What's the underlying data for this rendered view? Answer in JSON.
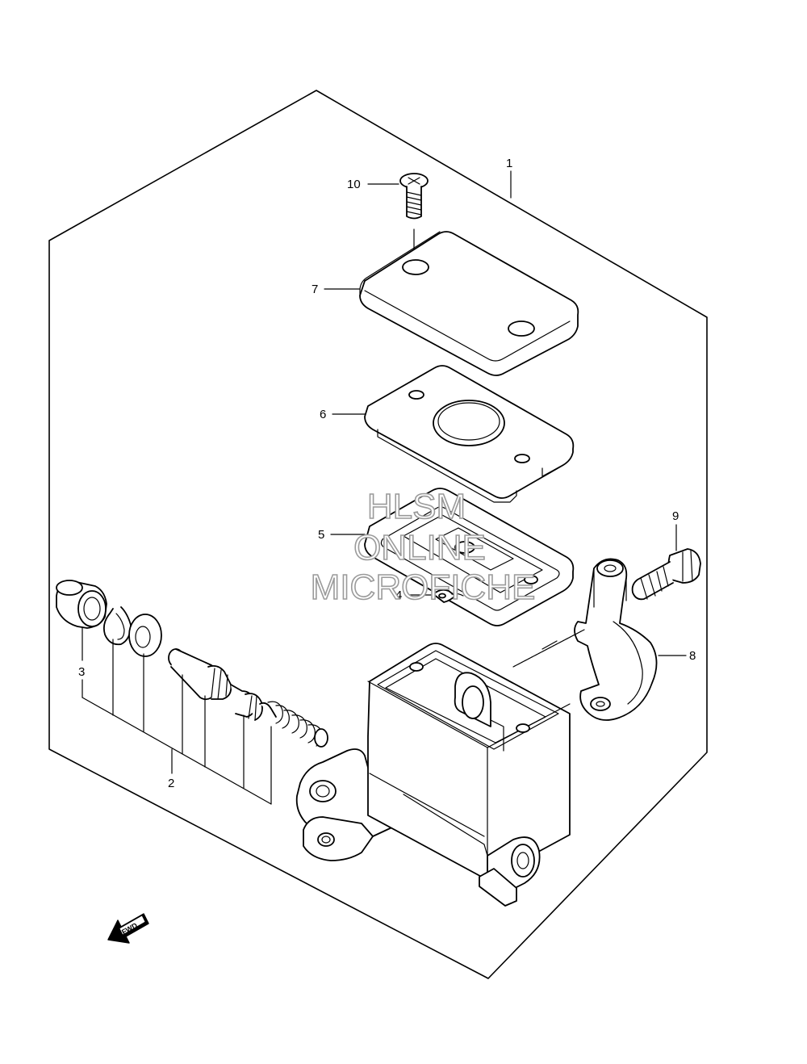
{
  "callouts": [
    {
      "id": "1",
      "text": "1"
    },
    {
      "id": "2",
      "text": "2"
    },
    {
      "id": "3",
      "text": "3"
    },
    {
      "id": "4",
      "text": "4"
    },
    {
      "id": "5",
      "text": "5"
    },
    {
      "id": "6",
      "text": "6"
    },
    {
      "id": "7",
      "text": "7"
    },
    {
      "id": "8",
      "text": "8"
    },
    {
      "id": "9",
      "text": "9"
    },
    {
      "id": "10",
      "text": "10"
    }
  ],
  "watermark": {
    "line1": "HLSM",
    "line2": "ONLINE",
    "line3": "MICROFICHE"
  },
  "direction_arrow": {
    "label": "FWD",
    "icon": "fwd-arrow-icon"
  },
  "colors": {
    "line": "#000000",
    "background": "#ffffff",
    "watermark": "#9a9a9a"
  }
}
